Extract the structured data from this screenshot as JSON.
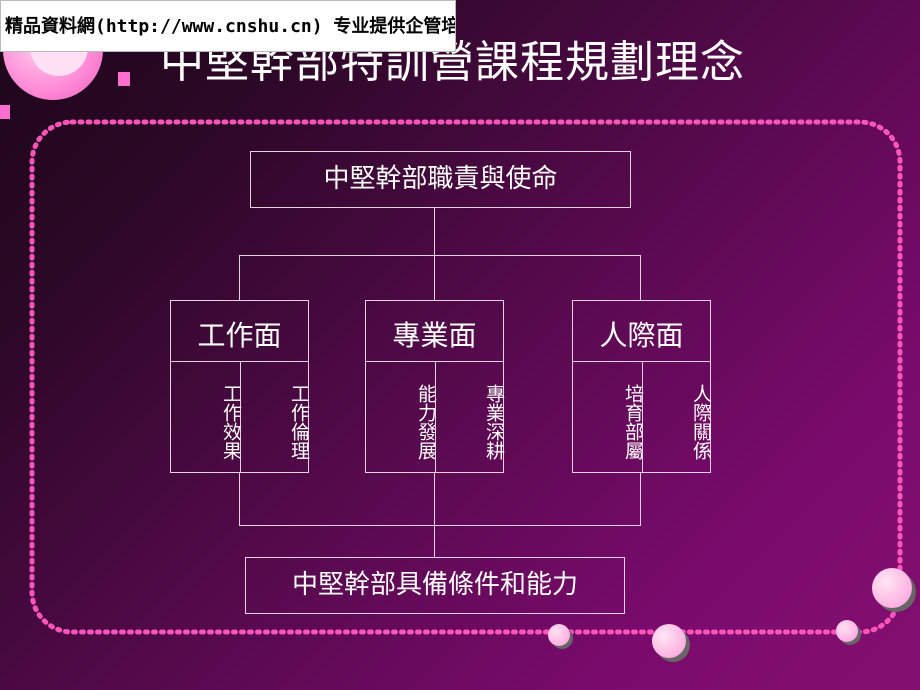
{
  "banner": "精品資料網(http://www.cnshu.cn) 专业提供企管培训资料",
  "title": "中堅幹部特訓營課程規劃理念",
  "diagram": {
    "top": "中堅幹部職責與使命",
    "bottom": "中堅幹部具備條件和能力",
    "groups": [
      {
        "label": "工作面",
        "items": [
          "工作效果",
          "工作倫理"
        ]
      },
      {
        "label": "專業面",
        "items": [
          "能力發展",
          "專業深耕"
        ]
      },
      {
        "label": "人際面",
        "items": [
          "培育部屬",
          "人際關係"
        ]
      }
    ]
  },
  "colors": {
    "accent": "#ff66cc",
    "line": "#e8d0e4",
    "dots": "#ff55bb"
  }
}
